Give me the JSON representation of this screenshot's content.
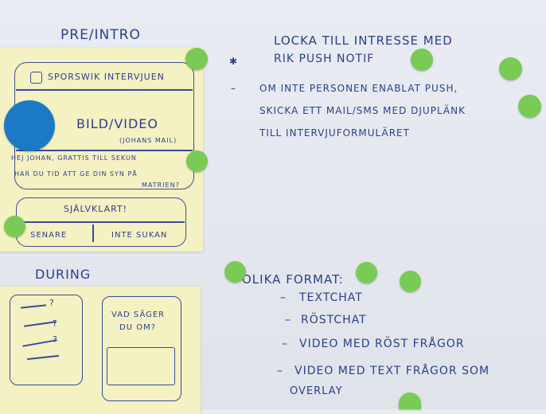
{
  "sections": {
    "pre_intro_title": "PRE/INTRO",
    "during_title": "DURING"
  },
  "mockup1": {
    "header_label": "SPORSWIK INTERVJUEN",
    "media_label": "BILD/VIDEO",
    "media_sublabel": "(JOHANS MAIL)",
    "message_line1": "HEJ JOHAN, GRATTIS TILL SEKUN",
    "message_line2": "HAR DU TID ATT GE DIN SYN PÅ",
    "message_line3": "MATRIEN?",
    "cta_label": "SJÄLVKLART!",
    "option_later": "SENARE",
    "option_not": "INTE SUKAN"
  },
  "notes_top": {
    "line1": "LOCKA TILL INTRESSE MED",
    "line2": "RIK PUSH NOTIF",
    "line3": "OM INTE PERSONEN ENABLAT PUSH,",
    "line4": "SKICKA ETT MAIL/SMS MED DJUPLÄNK",
    "line5": "TILL INTERVJUFORMULÄRET"
  },
  "notes_bottom": {
    "title": "OLIKA FORMAT:",
    "item1": "TEXTCHAT",
    "item2": "RÖSTCHAT",
    "item3": "VIDEO MED RÖST FRÅGOR",
    "item4": "VIDEO MED TEXT FRÅGOR SOM",
    "item5": "OVERLAY"
  },
  "mockup2": {
    "question_line1": "VAD SÄGER",
    "question_line2": "DU OM?"
  },
  "colors": {
    "ink": "#2b3f8f",
    "sticky": "#f4f1c2",
    "dot_green": "#7acb55",
    "dot_blue": "#1c79c6"
  }
}
